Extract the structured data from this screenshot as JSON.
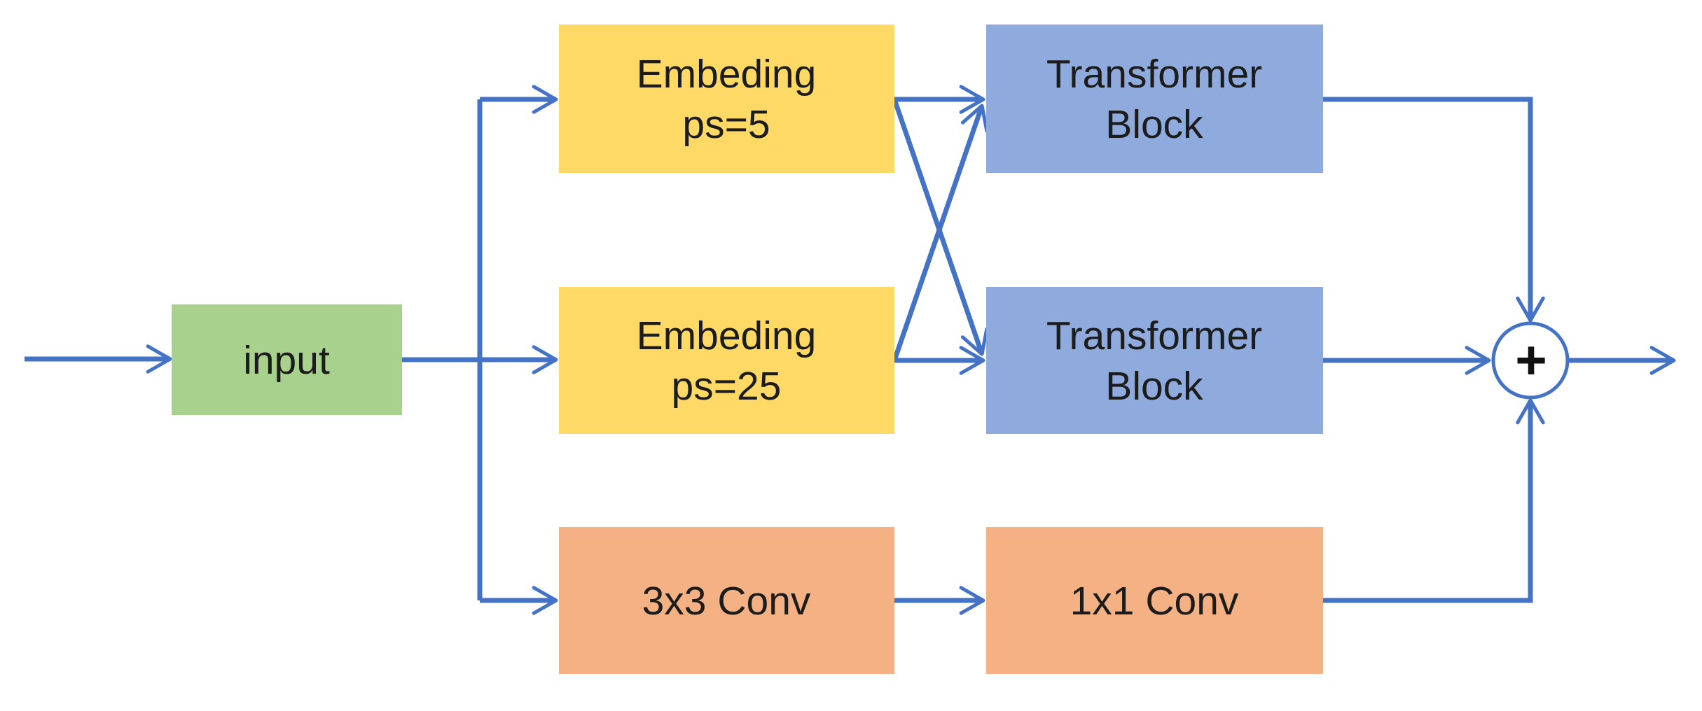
{
  "diagram": {
    "type": "flowchart",
    "description": "Multi-branch network: input feeds two patch embeddings (cross-connected to two transformer blocks) and a convolutional branch; all three branch outputs are summed.",
    "colors": {
      "arrow": "#4472C4",
      "text": "#1C1C1C",
      "plus": "#111111",
      "input_fill": "#A9D18E",
      "embed_fill": "#FFD966",
      "transformer_fill": "#8FAADC",
      "conv_fill": "#F4B183",
      "sum_fill": "#FFFFFF"
    },
    "nodes": {
      "input": {
        "label": "input"
      },
      "embed5": {
        "line1": "Embeding",
        "line2": "ps=5"
      },
      "embed25": {
        "line1": "Embeding",
        "line2": "ps=25"
      },
      "transformer1": {
        "line1": "Transformer",
        "line2": "Block"
      },
      "transformer2": {
        "line1": "Transformer",
        "line2": "Block"
      },
      "conv3x3": {
        "label": "3x3 Conv"
      },
      "conv1x1": {
        "label": "1x1 Conv"
      },
      "sum": {
        "label": "+"
      }
    },
    "edges": [
      {
        "from": "source",
        "to": "input"
      },
      {
        "from": "input",
        "to": "embed5"
      },
      {
        "from": "input",
        "to": "embed25"
      },
      {
        "from": "input",
        "to": "conv3x3"
      },
      {
        "from": "embed5",
        "to": "transformer1"
      },
      {
        "from": "embed5",
        "to": "transformer2"
      },
      {
        "from": "embed25",
        "to": "transformer1"
      },
      {
        "from": "embed25",
        "to": "transformer2"
      },
      {
        "from": "conv3x3",
        "to": "conv1x1"
      },
      {
        "from": "transformer1",
        "to": "sum"
      },
      {
        "from": "transformer2",
        "to": "sum"
      },
      {
        "from": "conv1x1",
        "to": "sum"
      },
      {
        "from": "sum",
        "to": "output"
      }
    ]
  }
}
